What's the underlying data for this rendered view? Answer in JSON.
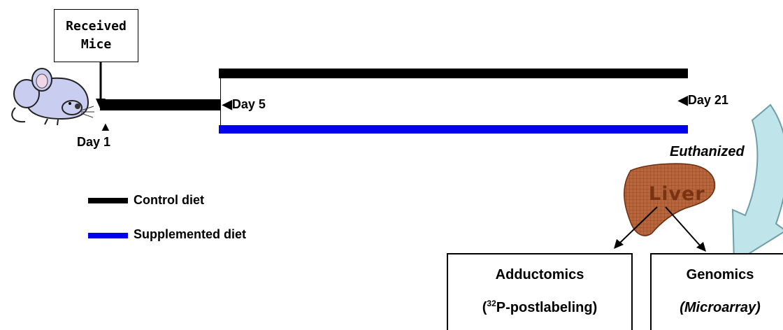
{
  "received": {
    "line1": "Received",
    "line2": "Mice"
  },
  "days": {
    "day1": "Day 1",
    "day5": "Day 5",
    "day21": "Day 21"
  },
  "euthanized": "Euthanized",
  "liver": "Liver",
  "legend": [
    {
      "label": "Control diet",
      "color": "#000000"
    },
    {
      "label": "Supplemented diet",
      "color": "#0000ee"
    }
  ],
  "results": {
    "adductomics": {
      "title": "Adductomics",
      "pre": "(",
      "sup": "32",
      "post": "P-postlabeling)"
    },
    "genomics": {
      "title": "Genomics",
      "method": "(Microarray)"
    }
  },
  "colors": {
    "control": "#000000",
    "supplemented": "#0000ee",
    "liver_fill": "#b8663c",
    "arrow_fill": "#bfe4ea",
    "arrow_stroke": "#6f9ea8",
    "mouse_fill": "#c9cdf0"
  }
}
